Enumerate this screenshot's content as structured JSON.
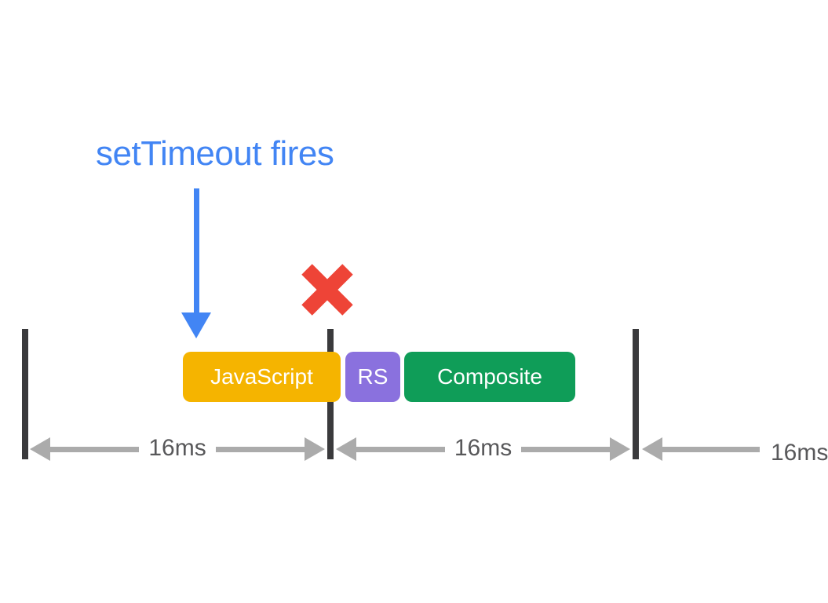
{
  "annotation": {
    "label": "setTimeout fires",
    "color": "#4285f4"
  },
  "missed_frame": {
    "icon": "x-mark",
    "color": "#ee4437"
  },
  "timeline": {
    "frame_boundary_color": "#3a3a3c",
    "tasks": [
      {
        "label": "JavaScript",
        "color": "#f5b400",
        "text_color": "#ffffff"
      },
      {
        "label": "RS",
        "color": "#8a71de",
        "text_color": "#ffffff"
      },
      {
        "label": "Composite",
        "color": "#0f9d58",
        "text_color": "#ffffff"
      }
    ],
    "intervals": [
      {
        "label": "16ms"
      },
      {
        "label": "16ms"
      },
      {
        "label": "16ms"
      }
    ],
    "interval_arrow_color": "#ababab",
    "interval_label_color": "#58585a"
  }
}
